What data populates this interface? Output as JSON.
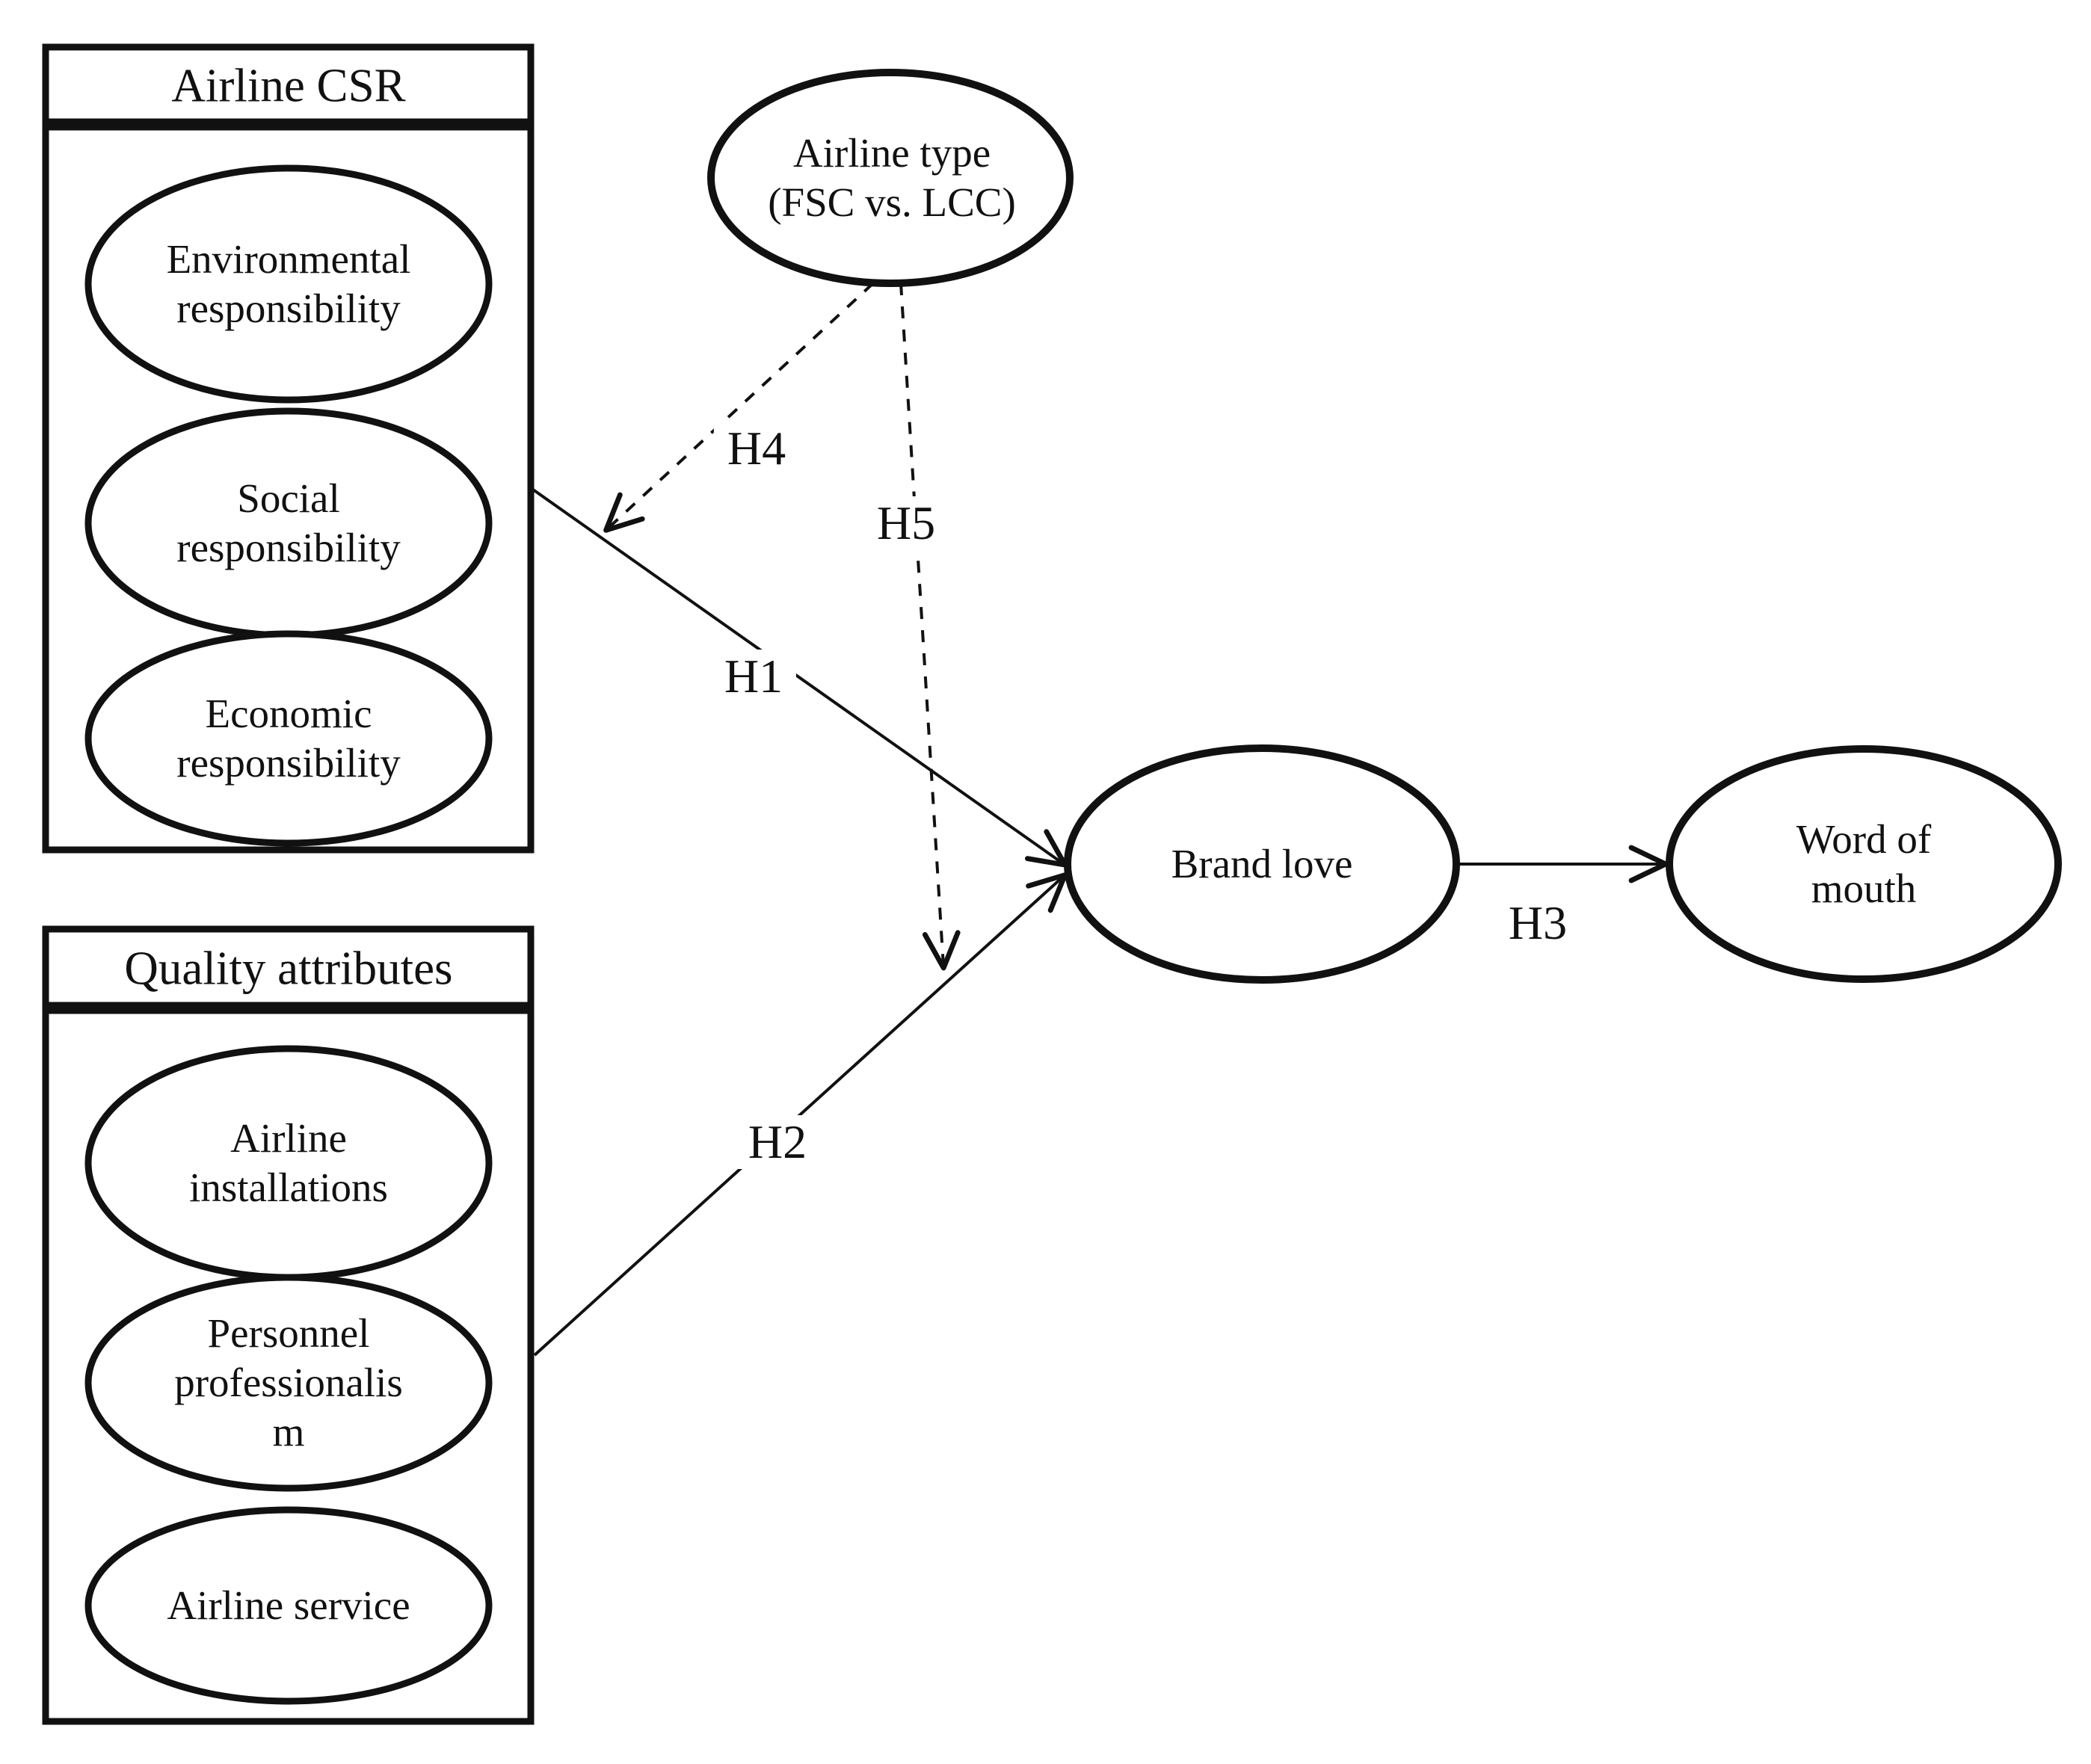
{
  "colors": {
    "background": "#ffffff",
    "stroke": "#111111",
    "text": "#111111"
  },
  "boxes": {
    "csr": {
      "title": "Airline CSR",
      "ellipses": [
        {
          "id": "environmental-responsibility",
          "lines": [
            "Environmental",
            "responsibility"
          ]
        },
        {
          "id": "social-responsibility",
          "lines": [
            "Social",
            "responsibility"
          ]
        },
        {
          "id": "economic-responsibility",
          "lines": [
            "Economic",
            "responsibility"
          ]
        }
      ]
    },
    "quality": {
      "title": "Quality attributes",
      "ellipses": [
        {
          "id": "airline-installations",
          "lines": [
            "Airline",
            "installations"
          ]
        },
        {
          "id": "personnel-professionalism",
          "lines": [
            "Personnel",
            "professionalis",
            "m"
          ]
        },
        {
          "id": "airline-service",
          "lines": [
            "Airline service"
          ]
        }
      ]
    }
  },
  "nodes": {
    "airline_type": {
      "lines": [
        "Airline type",
        "(FSC vs. LCC)"
      ]
    },
    "brand_love": {
      "lines": [
        "Brand love"
      ]
    },
    "word_of_mouth": {
      "lines": [
        "Word of",
        "mouth"
      ]
    }
  },
  "hypotheses": {
    "h1": {
      "label": "H1",
      "from": "Airline CSR",
      "to": "Brand love",
      "style": "solid"
    },
    "h2": {
      "label": "H2",
      "from": "Quality attributes",
      "to": "Brand love",
      "style": "solid"
    },
    "h3": {
      "label": "H3",
      "from": "Brand love",
      "to": "Word of mouth",
      "style": "solid"
    },
    "h4": {
      "label": "H4",
      "from": "Airline type (FSC vs. LCC)",
      "to": "H1 path (moderation)",
      "style": "dashed"
    },
    "h5": {
      "label": "H5",
      "from": "Airline type (FSC vs. LCC)",
      "to": "H2 path (moderation)",
      "style": "dashed"
    }
  }
}
